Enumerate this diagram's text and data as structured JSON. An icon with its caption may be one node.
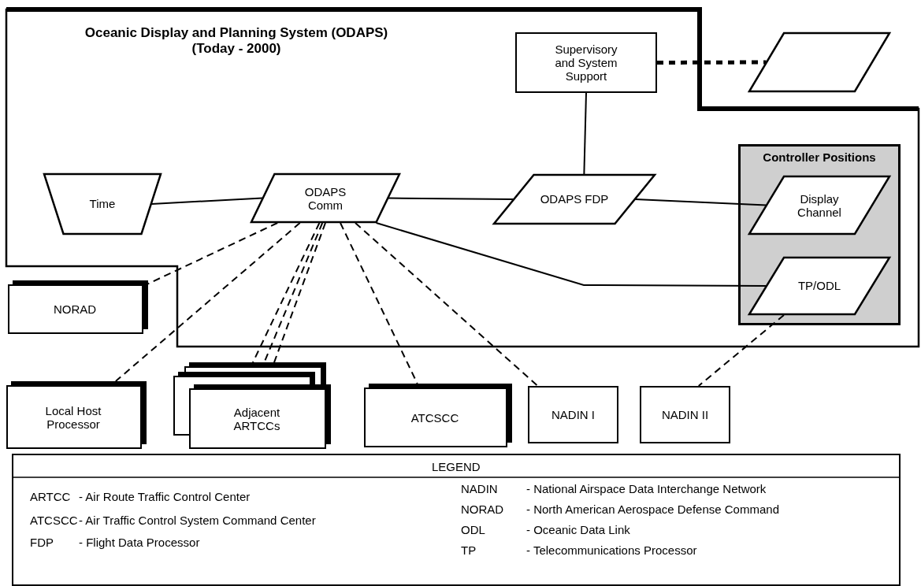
{
  "diagram": {
    "nodes": [
      {
        "text": [
          "Oceanic Display and Planning System (ODAPS) (Today - 2000)"
        ]
      },
      {
        "text": [
          "Supervisory and System Support"
        ],
        "in": 0
      },
      {
        "text": [],
        "shape": "parallelogram"
      },
      {
        "text": [
          "Time"
        ],
        "in": 0
      },
      {
        "text": [
          "ODAPS Comm"
        ],
        "in": 0
      },
      {
        "text": [
          "ODAPS FDP"
        ],
        "in": 0
      },
      {
        "text": [
          "Controller Positions"
        ],
        "in": 0
      },
      {
        "text": [
          "Display Channel"
        ],
        "in": 6
      },
      {
        "text": [
          "TP/ODL"
        ],
        "in": 6
      },
      {
        "text": [
          "NORAD"
        ]
      },
      {
        "text": [
          "Local Host Processor"
        ]
      },
      {
        "text": [
          "Adjacent ARTCCs"
        ]
      },
      {
        "text": [
          "ATCSCC"
        ]
      },
      {
        "text": [
          "NADIN I"
        ]
      },
      {
        "text": [
          "NADIN II"
        ]
      }
    ],
    "edges": [
      {
        "from": 1,
        "to": 2,
        "arrow": "none",
        "style": "dashed"
      },
      {
        "from": 1,
        "to": 5,
        "arrow": "none"
      },
      {
        "from": 3,
        "to": 4,
        "arrow": "none"
      },
      {
        "from": 4,
        "to": 5,
        "arrow": "none"
      },
      {
        "from": 5,
        "to": 7,
        "arrow": "none"
      },
      {
        "from": 4,
        "to": 8,
        "arrow": "none"
      },
      {
        "from": 4,
        "to": 9,
        "arrow": "none",
        "style": "dashed"
      },
      {
        "from": 4,
        "to": 10,
        "arrow": "none",
        "style": "dashed"
      },
      {
        "from": 4,
        "to": 11,
        "arrow": "none",
        "style": "dashed"
      },
      {
        "from": 4,
        "to": 11,
        "arrow": "none",
        "style": "dashed"
      },
      {
        "from": 4,
        "to": 11,
        "arrow": "none",
        "style": "dashed"
      },
      {
        "from": 4,
        "to": 12,
        "arrow": "none",
        "style": "dashed"
      },
      {
        "from": 4,
        "to": 13,
        "arrow": "none",
        "style": "dashed"
      },
      {
        "from": 8,
        "to": 14,
        "arrow": "none",
        "style": "dashed"
      }
    ],
    "labels": [
      "LEGEND",
      "ARTCC",
      "- Air Route Traffic Control Center",
      "ATCSCC",
      "- Air Traffic Control System Command Center",
      "FDP",
      "- Flight Data Processor",
      "NADIN",
      "- National Airspace Data Interchange Network",
      "NORAD",
      "- North American Aerospace Defense Command",
      "ODL",
      "- Oceanic Data Link",
      "TP",
      "- Telecommunications Processor"
    ]
  }
}
